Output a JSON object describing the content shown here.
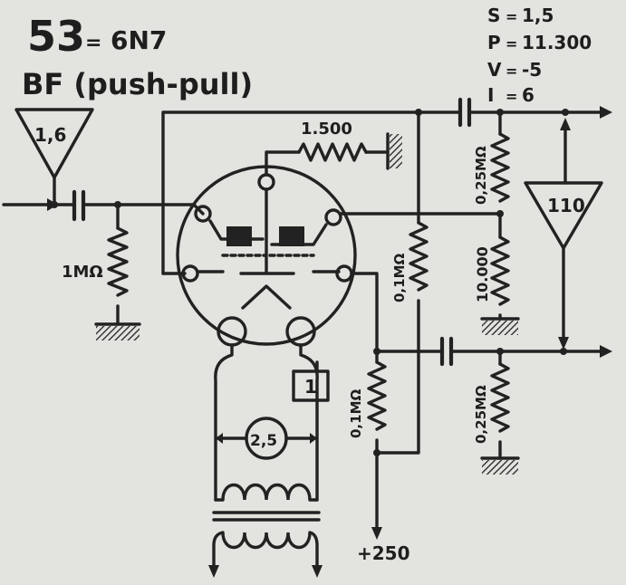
{
  "header": {
    "tube_number": "53",
    "equivalent": "6N7",
    "equals_sign": "=",
    "function": "BF (push-pull)"
  },
  "specs": [
    {
      "label": "S",
      "sep": "=",
      "value": "1,5"
    },
    {
      "label": "P",
      "sep": "=",
      "value": "11.300"
    },
    {
      "label": "V",
      "sep": "=",
      "value": "-5"
    },
    {
      "label": "I",
      "sep": "=",
      "value": "6"
    }
  ],
  "components": {
    "input_gain": "1,6",
    "output_gain": "110",
    "grid_resistor": "1MΩ",
    "cathode_resistor": "1.500",
    "plate_resistor_top": "0,1MΩ",
    "plate_resistor_bottom": "0,1MΩ",
    "load_resistor_top": "0,25MΩ",
    "load_resistor_bottom": "0,25MΩ",
    "bias_resistor": "10.000",
    "heater_voltage": "2,5",
    "filament_pin": "1",
    "supply_voltage": "+250"
  },
  "colors": {
    "background": "#e3e3df",
    "ink": "#222222"
  }
}
